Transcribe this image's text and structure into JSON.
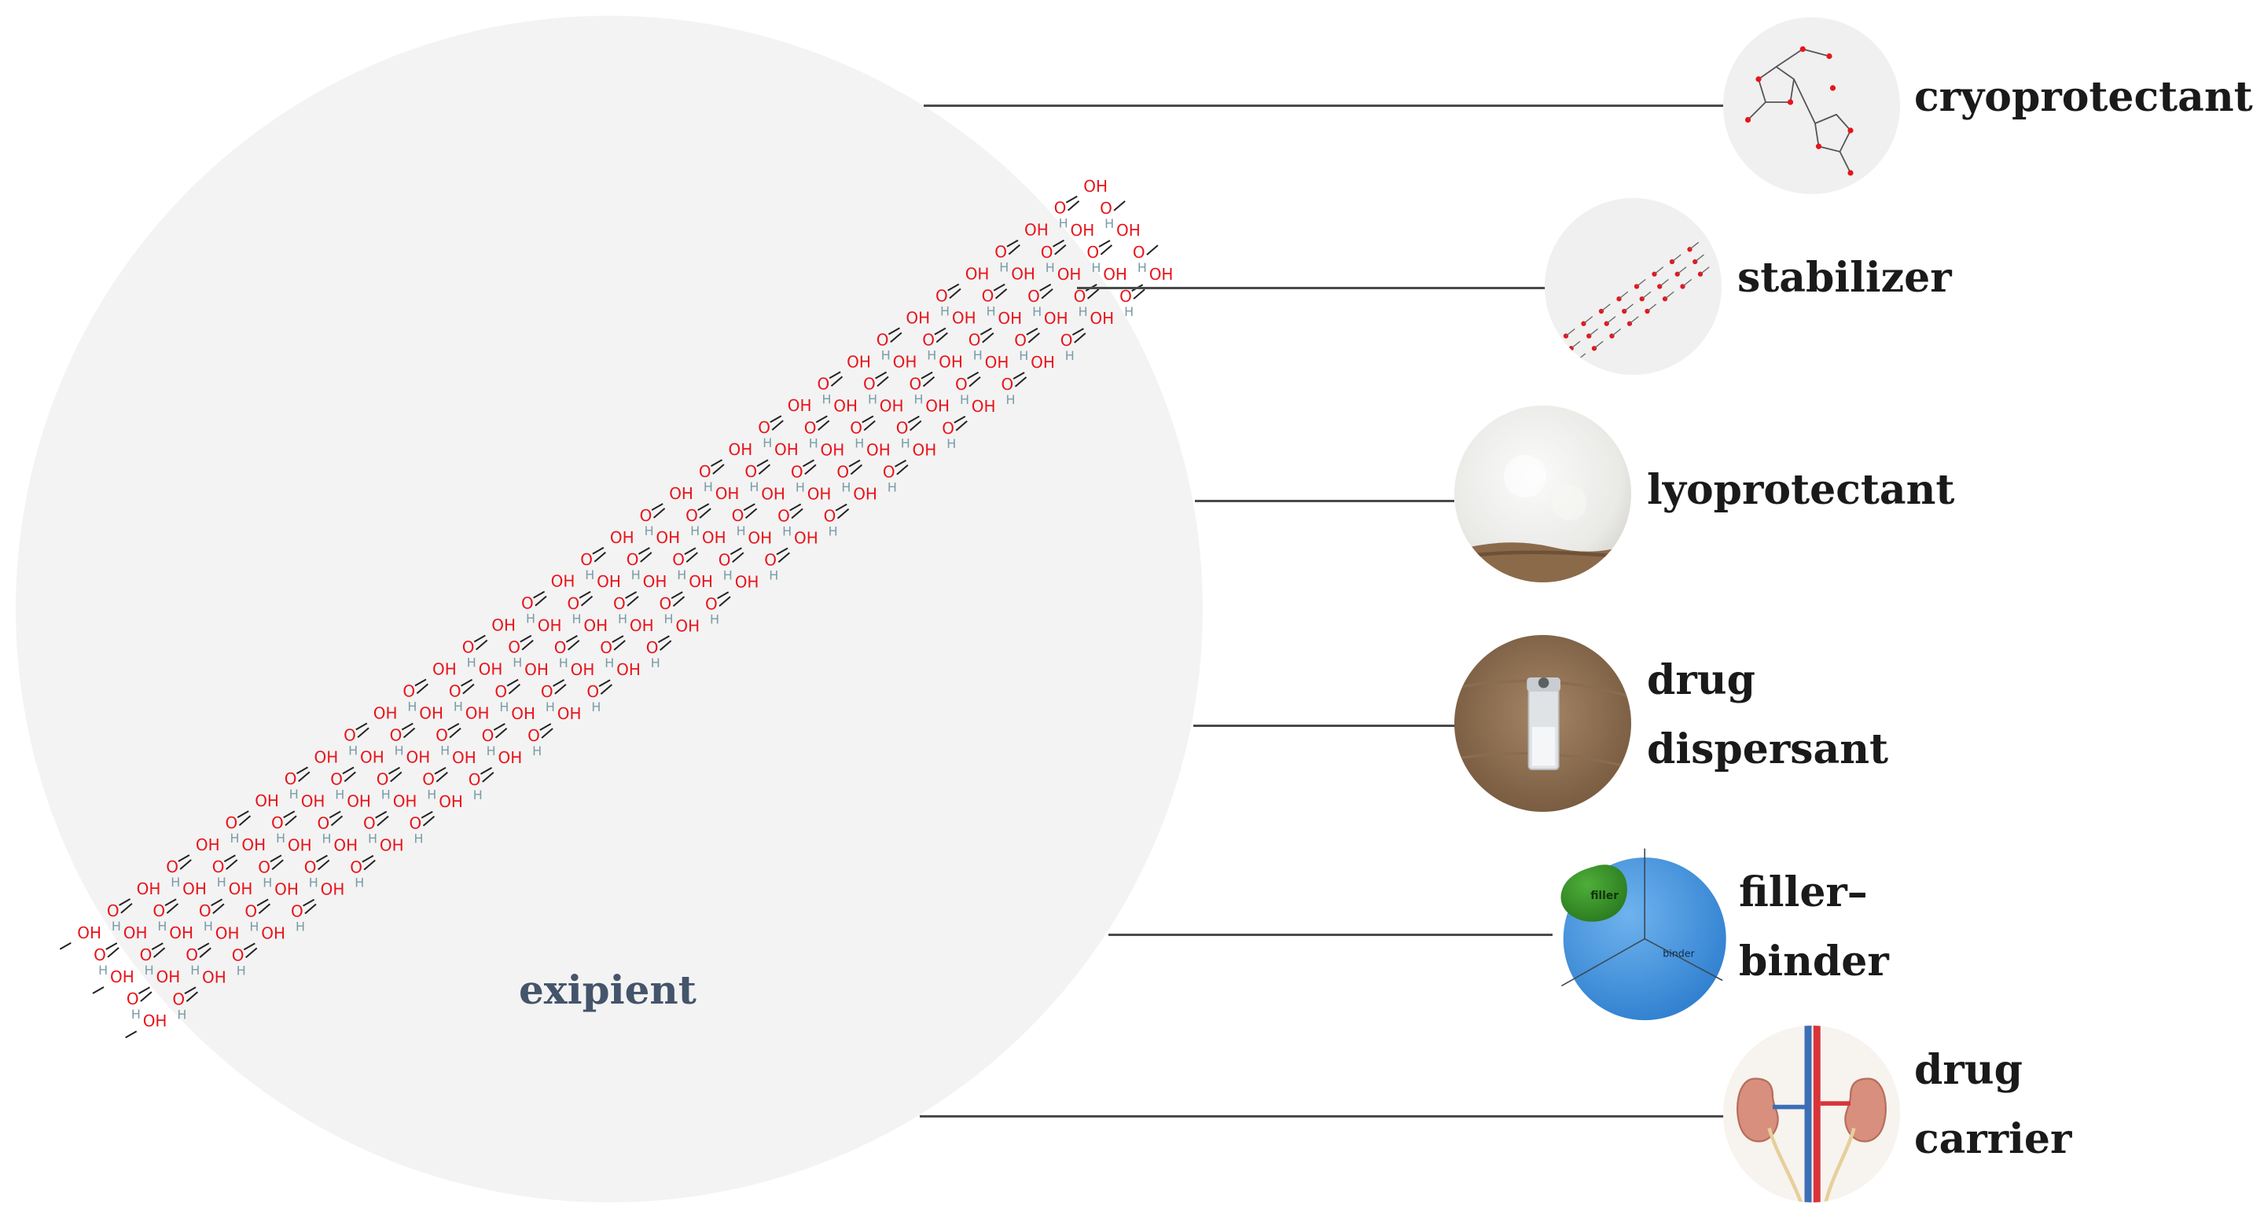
{
  "center": {
    "label": "exipient"
  },
  "roles": [
    {
      "id": "cryoprotectant",
      "lines": [
        "cryoprotectant"
      ],
      "icon": "sucrose-structure-icon"
    },
    {
      "id": "stabilizer",
      "lines": [
        "stabilizer"
      ],
      "icon": "polysaccharide-structure-icon"
    },
    {
      "id": "lyoprotectant",
      "lines": [
        "lyoprotectant"
      ],
      "icon": "white-powder-photo"
    },
    {
      "id": "drug-dispersant",
      "lines": [
        "drug",
        "dispersant"
      ],
      "icon": "vial-photo"
    },
    {
      "id": "filler-binder",
      "lines": [
        "filler–",
        "binder"
      ],
      "icon": "pie-sphere-icon",
      "icon_labels": {
        "filler": "filler",
        "binder": "binder"
      }
    },
    {
      "id": "drug-carrier",
      "lines": [
        "drug",
        "carrier"
      ],
      "icon": "kidney-illustration"
    }
  ],
  "molecule": {
    "atom_O": "O",
    "atom_OH": "OH",
    "atom_H": "H"
  },
  "colors": {
    "circle": "#f3f3f3",
    "center_label": "#44546a",
    "oxygen": "#e8141b",
    "hydrogen": "#7a9ca6",
    "connector": "#4a4a4a"
  }
}
